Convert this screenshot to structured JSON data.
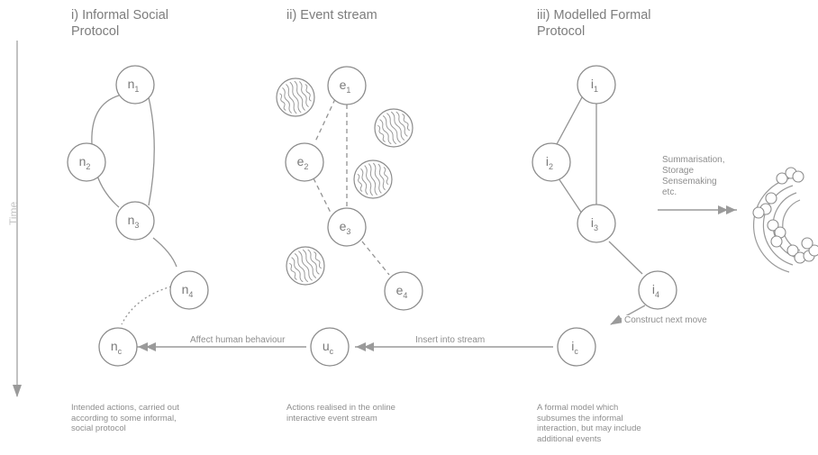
{
  "titles": {
    "informal": "i) Informal Social\nProtocol",
    "event": "ii) Event stream",
    "formal": "iii) Modelled Formal\nProtocol"
  },
  "time_axis_label": "Time",
  "nodes": {
    "n1": {
      "base": "n",
      "sub": "1"
    },
    "n2": {
      "base": "n",
      "sub": "2"
    },
    "n3": {
      "base": "n",
      "sub": "3"
    },
    "n4": {
      "base": "n",
      "sub": "4"
    },
    "nc": {
      "base": "n",
      "sub": "c"
    },
    "e1": {
      "base": "e",
      "sub": "1"
    },
    "e2": {
      "base": "e",
      "sub": "2"
    },
    "e3": {
      "base": "e",
      "sub": "3"
    },
    "e4": {
      "base": "e",
      "sub": "4"
    },
    "uc": {
      "base": "u",
      "sub": "c"
    },
    "i1": {
      "base": "i",
      "sub": "1"
    },
    "i2": {
      "base": "i",
      "sub": "2"
    },
    "i3": {
      "base": "i",
      "sub": "3"
    },
    "i4": {
      "base": "i",
      "sub": "4"
    },
    "ic": {
      "base": "i",
      "sub": "c"
    }
  },
  "edge_labels": {
    "affect": "Affect human behaviour",
    "insert": "Insert into stream",
    "construct": "Construct next move"
  },
  "side_note": "Summarisation,\nStorage\nSensemaking\netc.",
  "captions": {
    "informal": "Intended actions, carried out\naccording to some informal,\nsocial protocol",
    "event": "Actions realised in the online\ninteractive event stream",
    "formal": "A formal model which\nsubsumes the informal\ninteraction, but may include\nadditional events"
  }
}
